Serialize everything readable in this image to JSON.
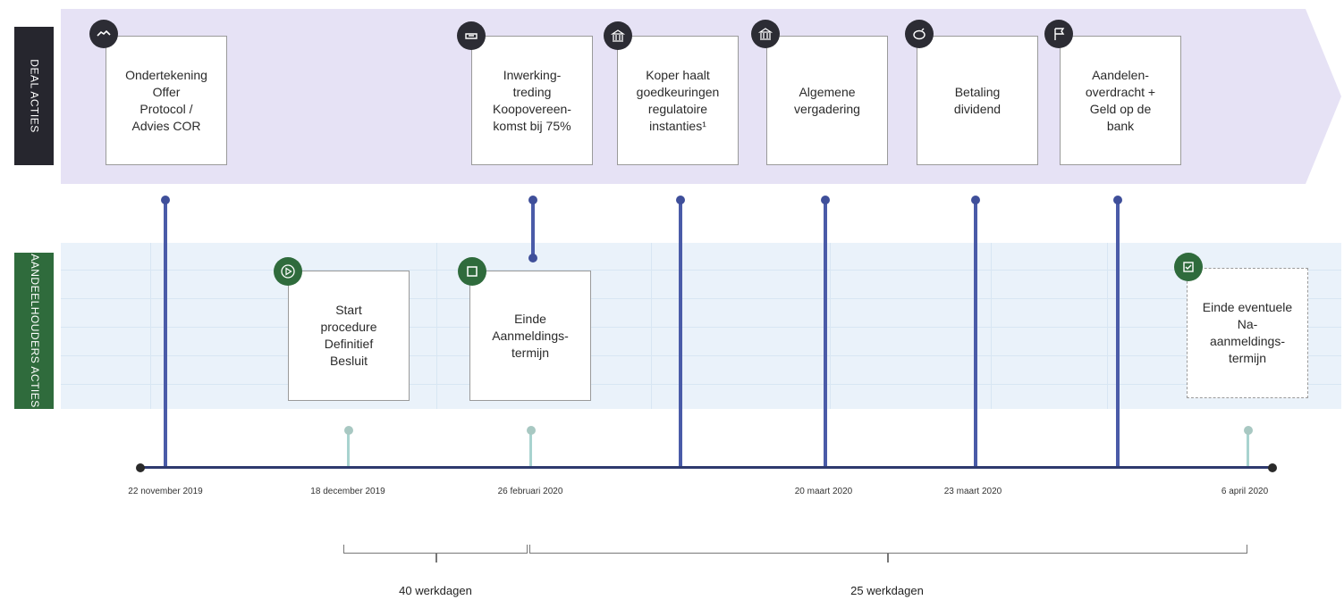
{
  "side_labels": {
    "deal": "DEAL ACTIES",
    "shareholder": "AANDEELHOUDERS ACTIES"
  },
  "deal_boxes": [
    {
      "text": "Ondertekening\nOffer\nProtocol /\nAdvies COR",
      "icon": "handshake-icon"
    },
    {
      "text": "Inwerking-\ntreding\nKoopovereen-\nkomst bij 75%",
      "icon": "agreement-icon"
    },
    {
      "text": "Koper haalt\ngoedkeuringen\nregulatoire\ninstanties¹",
      "icon": "bank-building-icon"
    },
    {
      "text": "Algemene\nvergadering",
      "icon": "bank-building-icon"
    },
    {
      "text": "Betaling\ndividend",
      "icon": "piggy-bank-icon"
    },
    {
      "text": "Aandelen-\noverdracht +\nGeld op de\nbank",
      "icon": "flag-icon"
    }
  ],
  "shareholder_boxes": [
    {
      "text": "Start\nprocedure\nDefinitief\nBesluit",
      "icon": "play-icon"
    },
    {
      "text": "Einde\nAanmeldings-\ntermijn",
      "icon": "stop-icon"
    },
    {
      "text": "Einde eventuele\nNa-\naanmeldings-\ntermijn",
      "icon": "checkbox-icon"
    }
  ],
  "dates": [
    "22 november 2019",
    "18 december 2019",
    "26 februari 2020",
    "20 maart 2020",
    "23 maart 2020",
    "6 april 2020"
  ],
  "durations": [
    "40 werkdagen",
    "25 werkdagen"
  ],
  "colors": {
    "deal_band": "#e6e2f5",
    "shareholder_band": "#eaf2fa",
    "deal_label_bg": "#26262e",
    "shareholder_label_bg": "#2f6b3c",
    "deal_line": "#4a5ba8",
    "shareholder_line": "#a8d3cf"
  }
}
